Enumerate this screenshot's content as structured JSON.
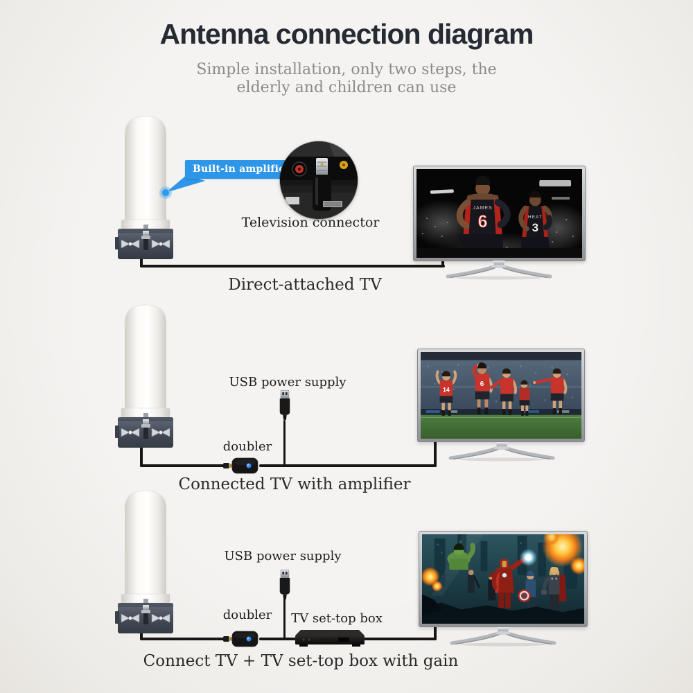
{
  "header": {
    "title": "Antenna connection diagram",
    "subtitle_line1": "Simple installation, only two steps, the",
    "subtitle_line2": "elderly and children can use"
  },
  "colors": {
    "accent_blue": "#2e96e8",
    "led_blue": "#2f86ea",
    "cable_black": "#161616",
    "background": "#f2f1ee"
  },
  "sections": [
    {
      "caption": "Direct-attached TV",
      "callout_label": "Built-in amplifier",
      "inset_label": "Television connector",
      "inset_content": "tv-back-panel-coax-plug-photo",
      "tv": {
        "screen_content": "basketball-game-photo",
        "player1_name": "JAMES",
        "player1_number": "6",
        "player2_name": "HEAT",
        "player2_number": "3"
      }
    },
    {
      "caption": "Connected TV with amplifier",
      "usb_label": "USB power supply",
      "doubler_label": "doubler",
      "tv": {
        "screen_content": "soccer-celebration-photo",
        "player1_number": "14",
        "player2_number": "6"
      }
    },
    {
      "caption": "Connect TV + TV set-top box with gain",
      "usb_label": "USB power supply",
      "doubler_label": "doubler",
      "settop_label": "TV set-top box",
      "tv": {
        "screen_content": "avengers-movie-photo"
      }
    }
  ]
}
